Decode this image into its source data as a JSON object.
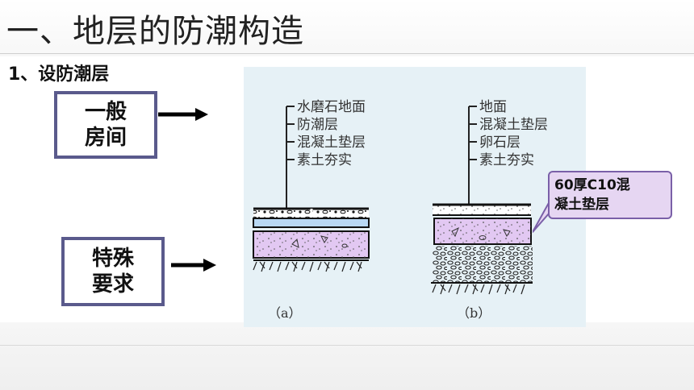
{
  "title": "一、地层的防潮构造",
  "section": "1、设防潮层",
  "boxes": {
    "general": {
      "line1": "一般",
      "line2": "房间"
    },
    "special": {
      "line1": "特殊",
      "line2": "要求"
    }
  },
  "figure_a": {
    "labels": [
      "水磨石地面",
      "防潮层",
      "混凝土垫层",
      "素土夯实"
    ],
    "caption": "（a）"
  },
  "figure_b": {
    "labels": [
      "地面",
      "混凝土垫层",
      "卵石层",
      "素土夯实"
    ],
    "caption": "（b）"
  },
  "callout": {
    "line1": "60厚C10混",
    "line2": "凝土垫层"
  },
  "colors": {
    "box_border": "#5a5a8c",
    "figure_bg": "#e6f1f6",
    "concrete_fill": "#e2c8f2",
    "dpc_fill": "#b9d9f4",
    "callout_fill": "#e6d6f2",
    "callout_border": "#7a60a8"
  }
}
